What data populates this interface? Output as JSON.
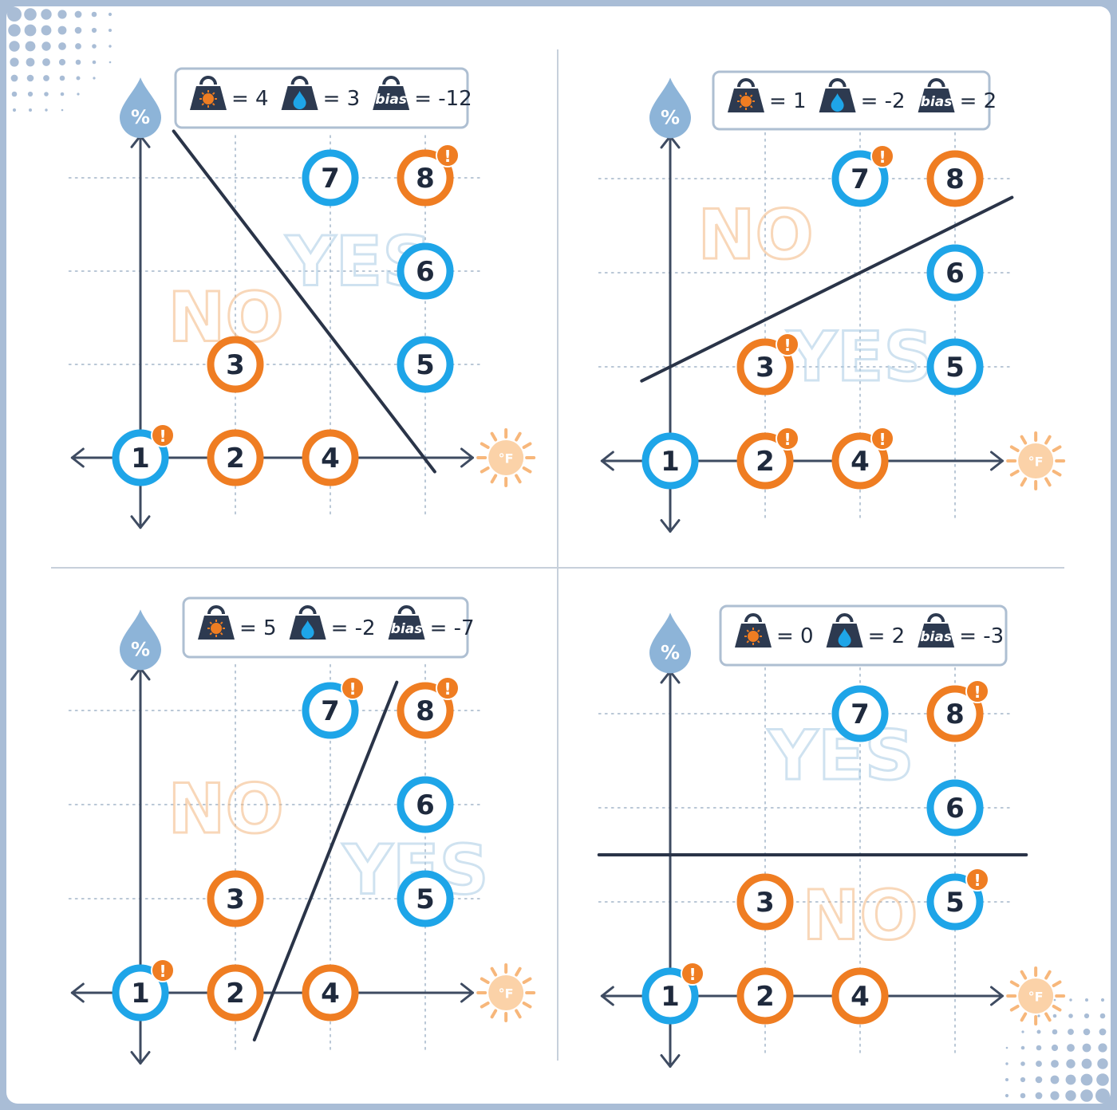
{
  "colors": {
    "good_day": "#1ea5e8",
    "bad_day": "#ef7d22",
    "line": "#2a3448",
    "axis": "#3e4b61",
    "frame": "#a9bdd6"
  },
  "icons": {
    "x_axis": "sun-thermometer-icon",
    "y_axis": "humidity-drop-icon",
    "weight": "weight-icon",
    "wrong": "exclamation-icon"
  },
  "labels": {
    "x_axis_symbol": "°F",
    "y_axis_symbol": "%",
    "bias_word": "bias",
    "region_no": "NO",
    "region_yes": "YES",
    "wrong_mark": "!"
  },
  "chart_data": {
    "type": "scatter",
    "xlim": [
      -0.6,
      3.6
    ],
    "ylim": [
      -0.6,
      3.6
    ],
    "grid": true,
    "points": [
      {
        "id": "1",
        "x": 0,
        "y": 0,
        "class": "blue"
      },
      {
        "id": "2",
        "x": 1,
        "y": 0,
        "class": "orange"
      },
      {
        "id": "3",
        "x": 1,
        "y": 1,
        "class": "orange"
      },
      {
        "id": "4",
        "x": 2,
        "y": 0,
        "class": "orange"
      },
      {
        "id": "5",
        "x": 3,
        "y": 1,
        "class": "blue"
      },
      {
        "id": "6",
        "x": 3,
        "y": 2,
        "class": "blue"
      },
      {
        "id": "7",
        "x": 2,
        "y": 3,
        "class": "blue"
      },
      {
        "id": "8",
        "x": 3,
        "y": 3,
        "class": "orange"
      }
    ],
    "panels": [
      {
        "weights": {
          "temperature": "4",
          "humidity": "3",
          "bias": "-12"
        },
        "misclassified": [
          "1",
          "8"
        ],
        "line": {
          "x1": 0.35,
          "y1": 3.5,
          "x2": 3.1,
          "y2": -0.15
        },
        "no_label": {
          "x": 0.9,
          "y": 1.5
        },
        "yes_label": {
          "x": 2.3,
          "y": 2.1
        }
      },
      {
        "weights": {
          "temperature": "1",
          "humidity": "-2",
          "bias": "2"
        },
        "misclassified": [
          "7",
          "3",
          "2",
          "4"
        ],
        "line": {
          "x1": -0.3,
          "y1": 0.85,
          "x2": 3.6,
          "y2": 2.8
        },
        "no_label": {
          "x": 0.9,
          "y": 2.4
        },
        "yes_label": {
          "x": 2.0,
          "y": 1.1
        }
      },
      {
        "weights": {
          "temperature": "5",
          "humidity": "-2",
          "bias": "-7"
        },
        "misclassified": [
          "1",
          "7",
          "8"
        ],
        "line": {
          "x1": 1.2,
          "y1": -0.5,
          "x2": 2.7,
          "y2": 3.3
        },
        "no_label": {
          "x": 0.9,
          "y": 1.95
        },
        "yes_label": {
          "x": 2.9,
          "y": 1.3
        }
      },
      {
        "weights": {
          "temperature": "0",
          "humidity": "2",
          "bias": "-3"
        },
        "misclassified": [
          "1",
          "8",
          "5"
        ],
        "line": {
          "x1": -0.75,
          "y1": 1.5,
          "x2": 3.75,
          "y2": 1.5
        },
        "no_label": {
          "x": 2.0,
          "y": 0.85
        },
        "yes_label": {
          "x": 1.8,
          "y": 2.55
        }
      }
    ]
  }
}
